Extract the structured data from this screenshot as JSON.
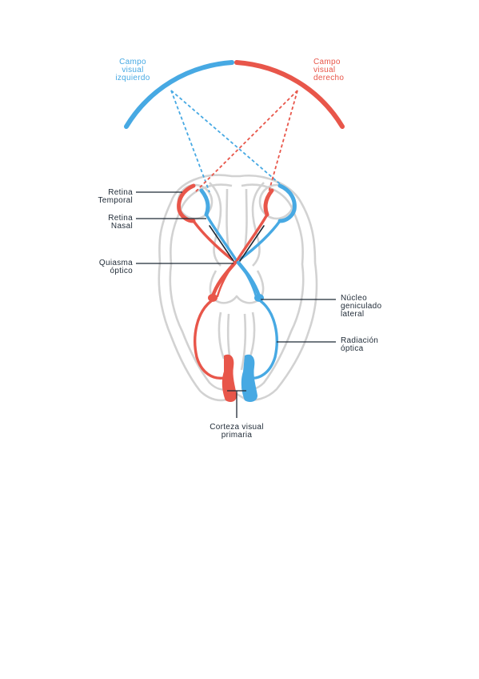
{
  "colors": {
    "left_field": "#47a9e3",
    "right_field": "#e8564a",
    "brain_outline": "#cfcfcf",
    "label_text": "#1f2a36",
    "leader_line": "#1f2a36"
  },
  "fields": {
    "left": [
      "Campo",
      "visual",
      "izquierdo"
    ],
    "right": [
      "Campo",
      "visual",
      "derecho"
    ]
  },
  "labels": {
    "retina_temporal": [
      "Retina",
      "Temporal"
    ],
    "retina_nasal": [
      "Retina",
      "Nasal"
    ],
    "quiasma": [
      "Quiasma",
      "óptico"
    ],
    "nucleo": [
      "Núcleo",
      "geniculado",
      "lateral"
    ],
    "radiacion": [
      "Radiación",
      "óptica"
    ],
    "corteza": [
      "Corteza visual",
      "primaria"
    ]
  }
}
